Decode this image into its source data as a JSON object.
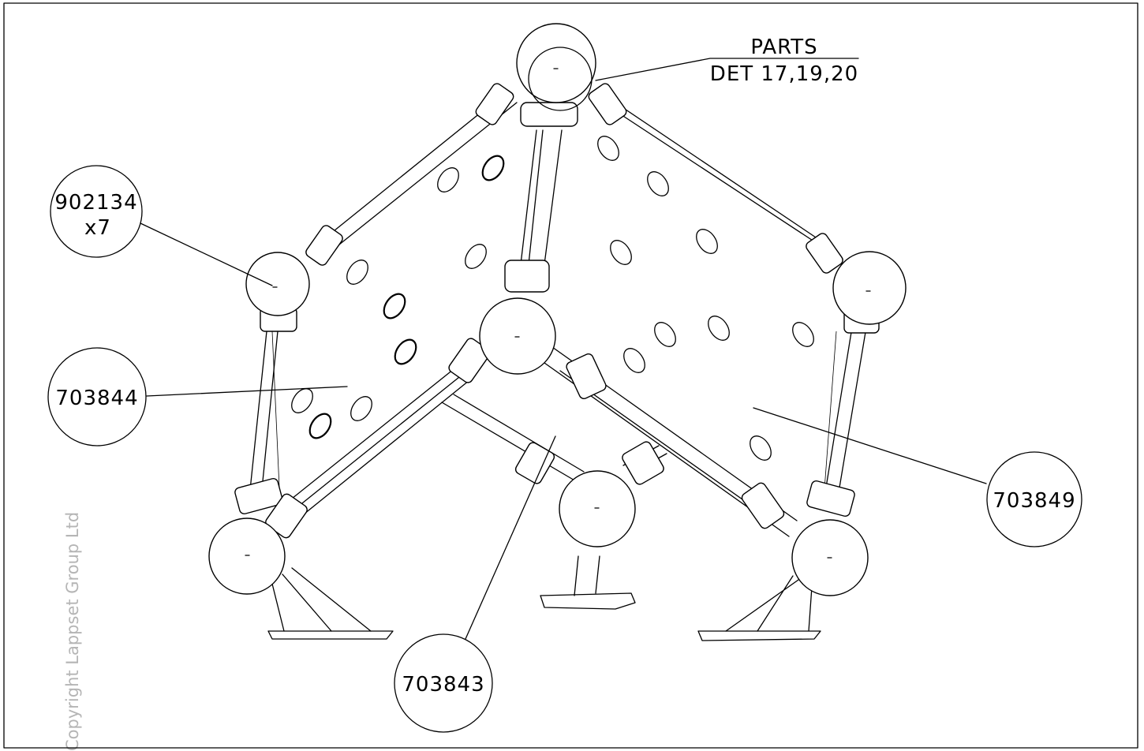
{
  "callouts": {
    "parts_title": "PARTS",
    "parts_detail": "DET 17,19,20",
    "part_902134": "902134",
    "part_902134_qty": "x7",
    "part_703844": "703844",
    "part_703849": "703849",
    "part_703843": "703843"
  },
  "copyright": "Copyright Lappset Group Ltd",
  "colors": {
    "line": "#000000",
    "background": "#ffffff",
    "copyright": "#b5b5b5"
  }
}
